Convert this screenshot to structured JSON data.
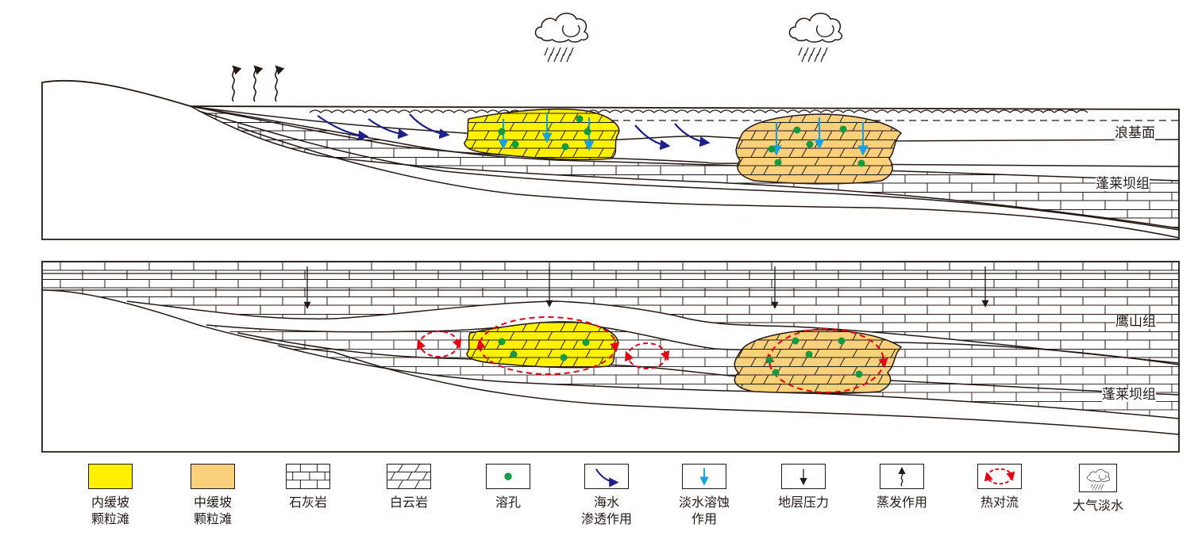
{
  "labels": {
    "wave_base": "浪基面",
    "formation_upper_panel": "蓬莱坝组",
    "formation_yingshan": "鹰山组",
    "formation_lower_panel": "蓬莱坝组"
  },
  "colors": {
    "inner_ramp": "#FFF100",
    "middle_ramp": "#FAD17A",
    "vug": "#139A43",
    "seawater_arrow": "#1D2088",
    "freshwater_arrow": "#1AA0DC",
    "convection": "#E60012",
    "line": "#231815"
  },
  "legend": [
    {
      "key": "inner_ramp",
      "icon": "yellow-fill-swatch",
      "lines": [
        "内缓坡",
        "颗粒滩"
      ]
    },
    {
      "key": "middle_ramp",
      "icon": "orange-fill-swatch",
      "lines": [
        "中缓坡",
        "颗粒滩"
      ]
    },
    {
      "key": "limestone",
      "icon": "brick-pattern-swatch",
      "lines": [
        "石灰岩"
      ]
    },
    {
      "key": "dolomite",
      "icon": "slanted-brick-pattern-swatch",
      "lines": [
        "白云岩"
      ]
    },
    {
      "key": "vug",
      "icon": "dot-icon",
      "lines": [
        "溶孔"
      ]
    },
    {
      "key": "seawater",
      "icon": "curved-arrow-icon",
      "lines": [
        "海水",
        "渗透作用"
      ]
    },
    {
      "key": "freshwater",
      "icon": "down-arrow-icon",
      "lines": [
        "淡水溶蚀",
        "作用"
      ]
    },
    {
      "key": "pressure",
      "icon": "down-arrow-icon",
      "lines": [
        "地层压力"
      ]
    },
    {
      "key": "evaporation",
      "icon": "wavy-arrow-icon",
      "lines": [
        "蒸发作用"
      ]
    },
    {
      "key": "convection",
      "icon": "circular-arrows-icon",
      "lines": [
        "热对流"
      ]
    },
    {
      "key": "meteoric",
      "icon": "rain-cloud-icon",
      "lines": [
        "大气淡水"
      ]
    }
  ]
}
